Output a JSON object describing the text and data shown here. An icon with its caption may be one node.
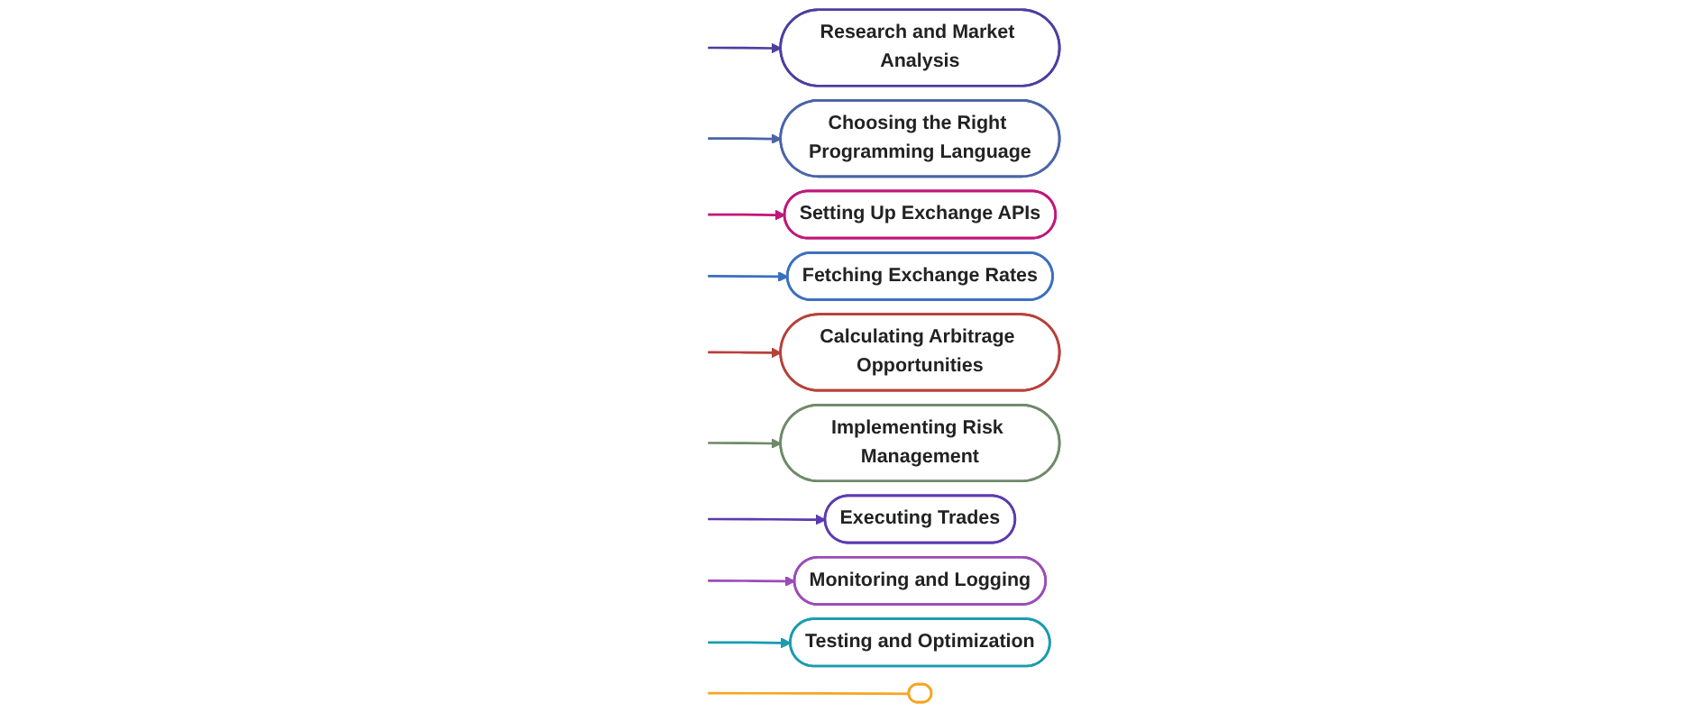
{
  "diagram": {
    "nodes": [
      {
        "text": [
          "Research and Market Analysis"
        ]
      },
      {
        "text": [
          "Choosing the Right Programming Language"
        ]
      },
      {
        "text": [
          "Setting Up Exchange APIs"
        ]
      },
      {
        "text": [
          "Fetching Exchange Rates"
        ]
      },
      {
        "text": [
          "Calculating Arbitrage Opportunities"
        ]
      },
      {
        "text": [
          "Implementing Risk Management"
        ]
      },
      {
        "text": [
          "Executing Trades"
        ]
      },
      {
        "text": [
          "Monitoring and Logging"
        ]
      },
      {
        "text": [
          "Testing and Optimization"
        ]
      },
      {
        "text": [],
        "shape": "box"
      }
    ],
    "edges": [
      {
        "from": null,
        "to": 0,
        "arrow": "to",
        "color": "#4b3fa0"
      },
      {
        "from": null,
        "to": 1,
        "arrow": "to",
        "color": "#4a64a6"
      },
      {
        "from": null,
        "to": 2,
        "arrow": "to",
        "color": "#c0177a"
      },
      {
        "from": null,
        "to": 3,
        "arrow": "to",
        "color": "#3a6fc2"
      },
      {
        "from": null,
        "to": 4,
        "arrow": "to",
        "color": "#b8403a"
      },
      {
        "from": null,
        "to": 5,
        "arrow": "to",
        "color": "#6f8a6a"
      },
      {
        "from": null,
        "to": 6,
        "arrow": "to",
        "color": "#5b3bb0"
      },
      {
        "from": null,
        "to": 7,
        "arrow": "to",
        "color": "#9b4bb8"
      },
      {
        "from": null,
        "to": 8,
        "arrow": "to",
        "color": "#1a9bb0"
      },
      {
        "from": null,
        "to": 9,
        "arrow": "none",
        "color": "#f5a623"
      }
    ]
  }
}
